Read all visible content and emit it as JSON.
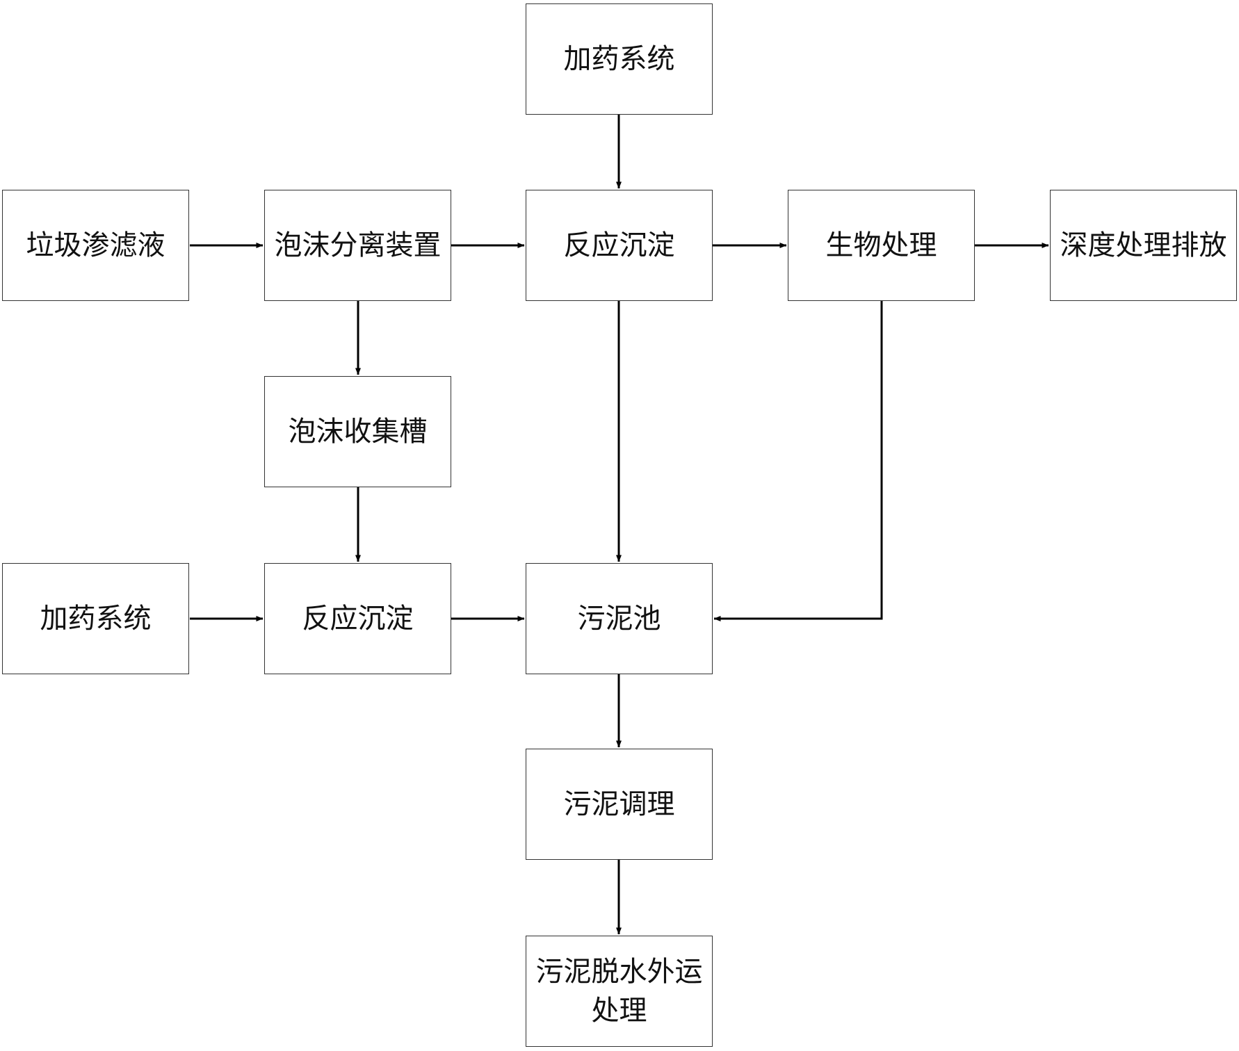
{
  "diagram": {
    "nodes": {
      "n1": "垃圾渗滤液",
      "n2": "泡沫分离装置",
      "n3": "反应沉淀",
      "n4": "生物处理",
      "n5": "深度处理排放",
      "n6": "加药系统",
      "n7": "泡沫收集槽",
      "n8": "加药系统",
      "n9": "反应沉淀",
      "n10": "污泥池",
      "n11": "污泥调理",
      "n12": "污泥脱水外运处理"
    },
    "edges": [
      [
        "n1",
        "n2"
      ],
      [
        "n2",
        "n3"
      ],
      [
        "n3",
        "n4"
      ],
      [
        "n4",
        "n5"
      ],
      [
        "n6",
        "n3"
      ],
      [
        "n2",
        "n7"
      ],
      [
        "n7",
        "n9"
      ],
      [
        "n8",
        "n9"
      ],
      [
        "n9",
        "n10"
      ],
      [
        "n3",
        "n10"
      ],
      [
        "n4",
        "n10"
      ],
      [
        "n10",
        "n11"
      ],
      [
        "n11",
        "n12"
      ]
    ],
    "colors": {
      "line": "#000000",
      "border": "#333333",
      "text": "#111111"
    }
  }
}
